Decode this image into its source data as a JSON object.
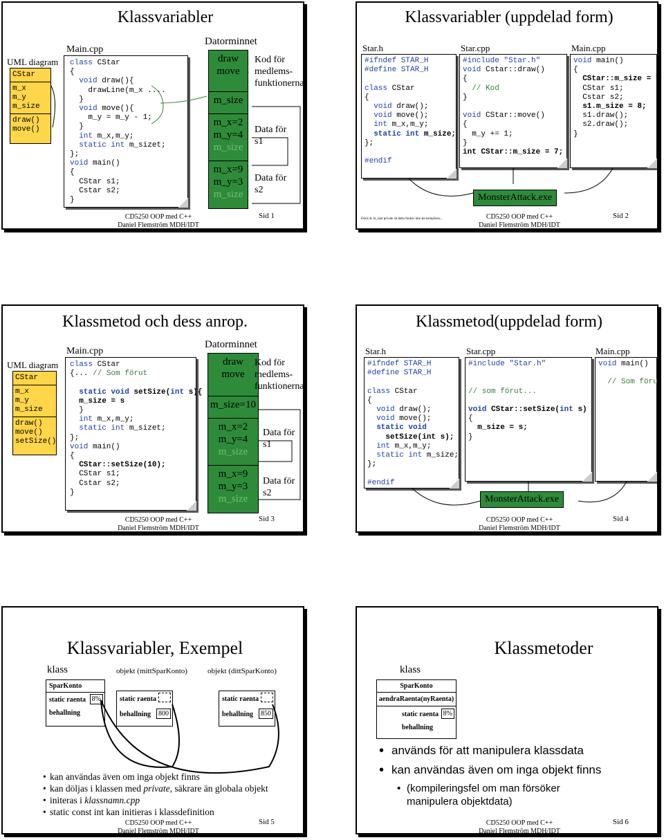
{
  "footer_line1": "CD5250 OOP med C++",
  "footer_line2": "Daniel Flemström MDH/IDT",
  "slide1": {
    "title": "Klassvariabler",
    "uml_caption": "UML diagram",
    "uml_name": "CStar",
    "uml_attrs": "m_x\nm_y\nm_size",
    "uml_ops": "draw()\nmove()",
    "file": "Main.cpp",
    "memory_caption": "Datorminnet",
    "mem_code": "draw\nmove",
    "mem_static": "m_size",
    "mem_obj1": "m_x=2\nm_y=4",
    "mem_obj2": "m_x=9\nm_y=3",
    "mem_dim": "m_size",
    "label_code": "Kod för\nmedlems-\nfunktionerna",
    "label_data1": "Data för\ns1",
    "label_data2": "Data för\ns2",
    "page": "Sid 1"
  },
  "slide2": {
    "title": "Klassvariabler (uppdelad form)",
    "file_h": "Star.h",
    "file_cpp": "Star.cpp",
    "file_main": "Main.cpp",
    "exe": "MonsterAttack.exe",
    "note": "Dock är m_size private så detta funkar inte att kompilera...",
    "page": "Sid 2"
  },
  "slide3": {
    "title": "Klassmetod och dess anrop.",
    "uml_caption": "UML diagram",
    "uml_name": "CStar",
    "uml_attrs": "m_x\nm_y\nm_size",
    "uml_ops": "draw()\nmove()\nsetSize()",
    "file": "Main.cpp",
    "memory_caption": "Datorminnet",
    "mem_code": "draw\nmove",
    "mem_static": "m_size=10",
    "mem_obj1": "m_x=2\nm_y=4",
    "mem_obj2": "m_x=9\nm_y=3",
    "mem_dim": "m_size",
    "label_code": "Kod för\nmedlems-\nfunktionerna",
    "label_data1": "Data för\ns1",
    "label_data2": "Data för\ns2",
    "page": "Sid 3"
  },
  "slide4": {
    "title": "Klassmetod(uppdelad form)",
    "file_h": "Star.h",
    "file_cpp": "Star.cpp",
    "file_main": "Main.cpp",
    "exe": "MonsterAttack.exe",
    "page": "Sid 4"
  },
  "slide5": {
    "title": "Klassvariabler, Exempel",
    "col_class": "klass",
    "col_obj1": "objekt (mittSparKonto)",
    "col_obj2": "objekt (dittSparKonto)",
    "class_name": "SparKonto",
    "static_label": "static raenta",
    "static_value": "8%",
    "balance_label": "behallning",
    "obj1_balance": "800",
    "obj2_balance": "850",
    "bullets": [
      "kan användas även om inga objekt finns",
      "kan döljas i klassen med ",
      "initeras i ",
      "static const int kan initieras i klassdefinition"
    ],
    "bullet2_em": "private",
    "bullet2_tail": ", säkrare än globala objekt",
    "bullet3_em": "klassnamn.cpp",
    "page": "Sid 5"
  },
  "slide6": {
    "title": "Klassmetoder",
    "col_class": "klass",
    "class_name": "SparKonto",
    "method": "aendraRaenta(nyRaenta)",
    "static_label": "static raenta",
    "static_value": "8%",
    "balance_label": "behallning",
    "bullet1": "används för att manipulera klassdata",
    "bullet2": "kan användas även om inga objekt finns",
    "sub_bullet": "(kompileringsfel om man försöker\nmanipulera objektdata)",
    "page": "Sid 6"
  },
  "colors": {
    "uml_fill": "#ffd54a",
    "memory_fill": "#2e8b3a",
    "keyword": "#1f3fa8",
    "comment": "#3a7d3a"
  }
}
